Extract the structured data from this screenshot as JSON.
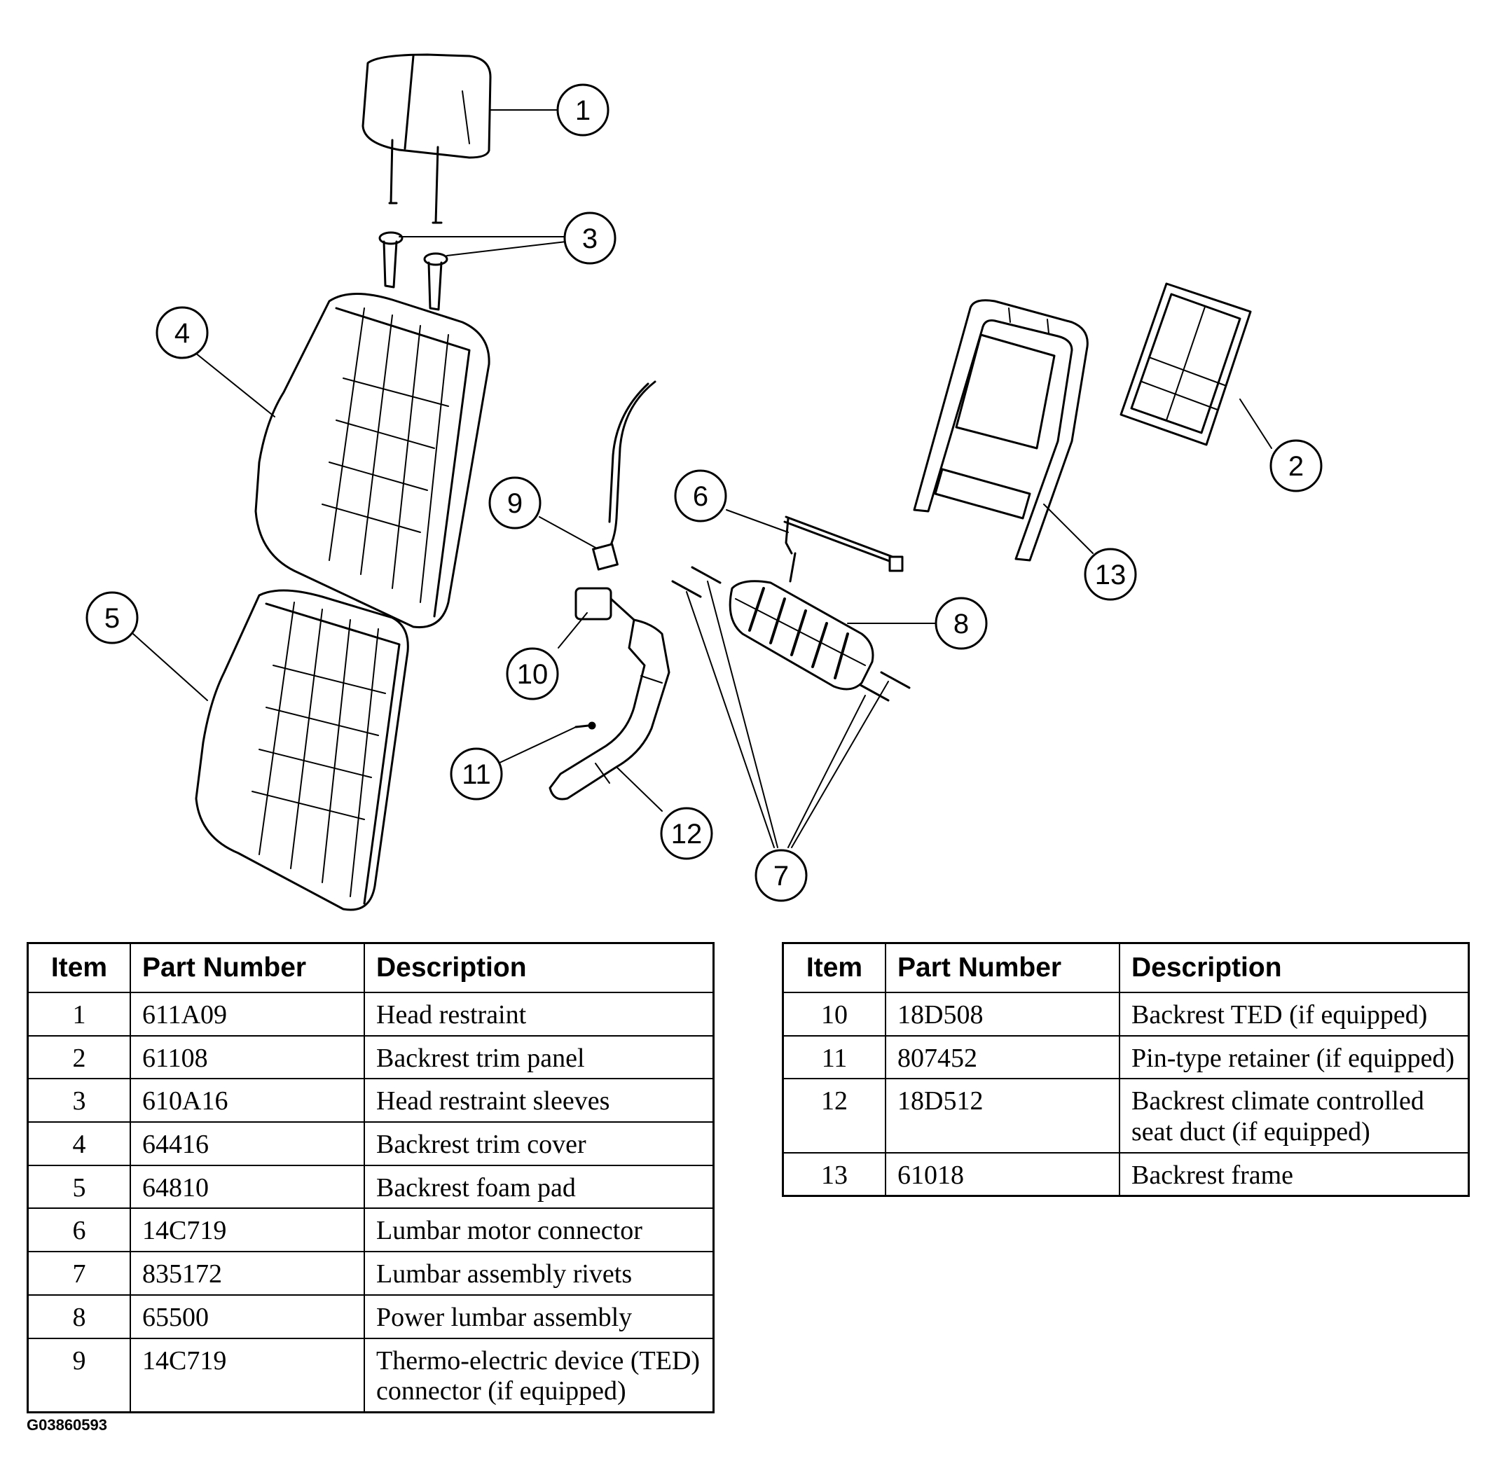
{
  "callouts": [
    "1",
    "2",
    "3",
    "4",
    "5",
    "6",
    "7",
    "8",
    "9",
    "10",
    "11",
    "12",
    "13"
  ],
  "tables": {
    "left": {
      "headers": {
        "item": "Item",
        "part": "Part Number",
        "desc": "Description"
      },
      "rows": [
        {
          "item": "1",
          "part": "611A09",
          "desc": "Head restraint"
        },
        {
          "item": "2",
          "part": "61108",
          "desc": "Backrest trim panel"
        },
        {
          "item": "3",
          "part": "610A16",
          "desc": "Head restraint sleeves"
        },
        {
          "item": "4",
          "part": "64416",
          "desc": "Backrest trim cover"
        },
        {
          "item": "5",
          "part": "64810",
          "desc": "Backrest foam pad"
        },
        {
          "item": "6",
          "part": "14C719",
          "desc": "Lumbar motor connector"
        },
        {
          "item": "7",
          "part": "835172",
          "desc": "Lumbar assembly rivets"
        },
        {
          "item": "8",
          "part": "65500",
          "desc": "Power lumbar assembly"
        },
        {
          "item": "9",
          "part": "14C719",
          "desc": "Thermo-electric device (TED) connector (if equipped)"
        }
      ]
    },
    "right": {
      "headers": {
        "item": "Item",
        "part": "Part Number",
        "desc": "Description"
      },
      "rows": [
        {
          "item": "10",
          "part": "18D508",
          "desc": "Backrest TED (if equipped)"
        },
        {
          "item": "11",
          "part": "807452",
          "desc": "Pin-type retainer (if equipped)"
        },
        {
          "item": "12",
          "part": "18D512",
          "desc": "Backrest climate controlled seat duct (if equipped)"
        },
        {
          "item": "13",
          "part": "61018",
          "desc": "Backrest frame"
        }
      ]
    }
  },
  "figure_id": "G03860593"
}
